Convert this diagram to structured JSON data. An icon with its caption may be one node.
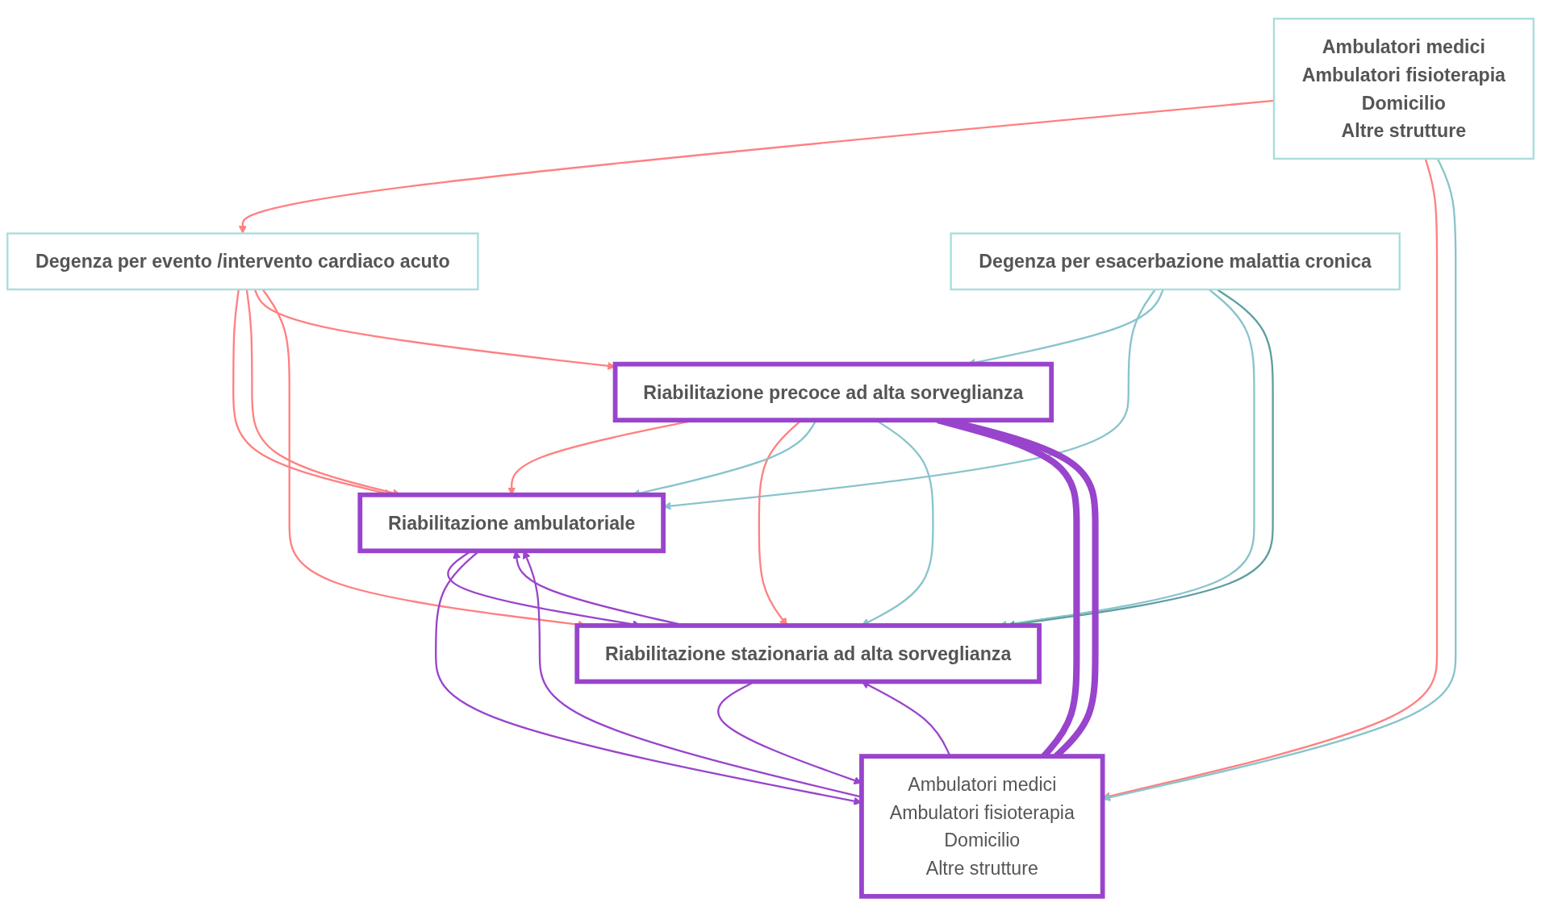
{
  "diagram": {
    "nodes": [
      {
        "text": [
          "Ambulatori medici",
          "Ambulatori fisioterapia",
          "Domicilio",
          "Altre strutture"
        ]
      },
      {
        "text": [
          "Degenza per evento /intervento cardiaco acuto"
        ]
      },
      {
        "text": [
          "Degenza per esacerbazione malattia cronica"
        ]
      },
      {
        "text": [
          "Riabilitazione precoce ad alta sorveglianza"
        ]
      },
      {
        "text": [
          "Riabilitazione ambulatoriale"
        ]
      },
      {
        "text": [
          "Riabilitazione stazionaria ad alta sorveglianza"
        ]
      },
      {
        "text": [
          "Ambulatori medici",
          "Ambulatori fisioterapia",
          "Domicilio",
          "Altre strutture"
        ]
      }
    ],
    "edges": [
      {
        "from": 0,
        "to": 1,
        "arrow": "to",
        "color": "#ff8080"
      },
      {
        "from": 0,
        "to": 6,
        "arrow": "to",
        "color": "#ff8080"
      },
      {
        "from": 1,
        "to": 4,
        "arrow": "to",
        "color": "#ff8080"
      },
      {
        "from": 1,
        "to": 4,
        "arrow": "to",
        "color": "#ff8080"
      },
      {
        "from": 1,
        "to": 3,
        "arrow": "to",
        "color": "#ff8080"
      },
      {
        "from": 1,
        "to": 5,
        "arrow": "to",
        "color": "#ff8080"
      },
      {
        "from": 2,
        "to": 4,
        "arrow": "to",
        "color": "#88c4cc"
      },
      {
        "from": 2,
        "to": 3,
        "arrow": "to",
        "color": "#88c4cc"
      },
      {
        "from": 2,
        "to": 5,
        "arrow": "to",
        "color": "#88c4cc"
      },
      {
        "from": 2,
        "to": 5,
        "arrow": "to",
        "color": "#5f9ea0"
      },
      {
        "from": 0,
        "to": 6,
        "arrow": "to",
        "color": "#88c4cc"
      },
      {
        "from": 3,
        "to": 4,
        "arrow": "to",
        "color": "#ff8080"
      },
      {
        "from": 3,
        "to": 5,
        "arrow": "to",
        "color": "#ff8080"
      },
      {
        "from": 3,
        "to": 4,
        "arrow": "to",
        "color": "#88c4cc"
      },
      {
        "from": 3,
        "to": 5,
        "arrow": "to",
        "color": "#88c4cc"
      },
      {
        "from": 5,
        "to": 4,
        "arrow": "to",
        "color": "#9944cc"
      },
      {
        "from": 4,
        "to": 5,
        "arrow": "to",
        "color": "#9944cc"
      },
      {
        "from": 6,
        "to": 4,
        "arrow": "to",
        "color": "#9944cc"
      },
      {
        "from": 4,
        "to": 6,
        "arrow": "to",
        "color": "#9944cc"
      },
      {
        "from": 5,
        "to": 6,
        "arrow": "to",
        "color": "#9944cc"
      },
      {
        "from": 6,
        "to": 5,
        "arrow": "to",
        "color": "#9944cc"
      },
      {
        "from": 3,
        "to": 6,
        "arrow": "none",
        "style": "thick",
        "color": "#9944cc"
      },
      {
        "from": 3,
        "to": 6,
        "arrow": "none",
        "style": "thick",
        "color": "#9944cc"
      }
    ]
  }
}
